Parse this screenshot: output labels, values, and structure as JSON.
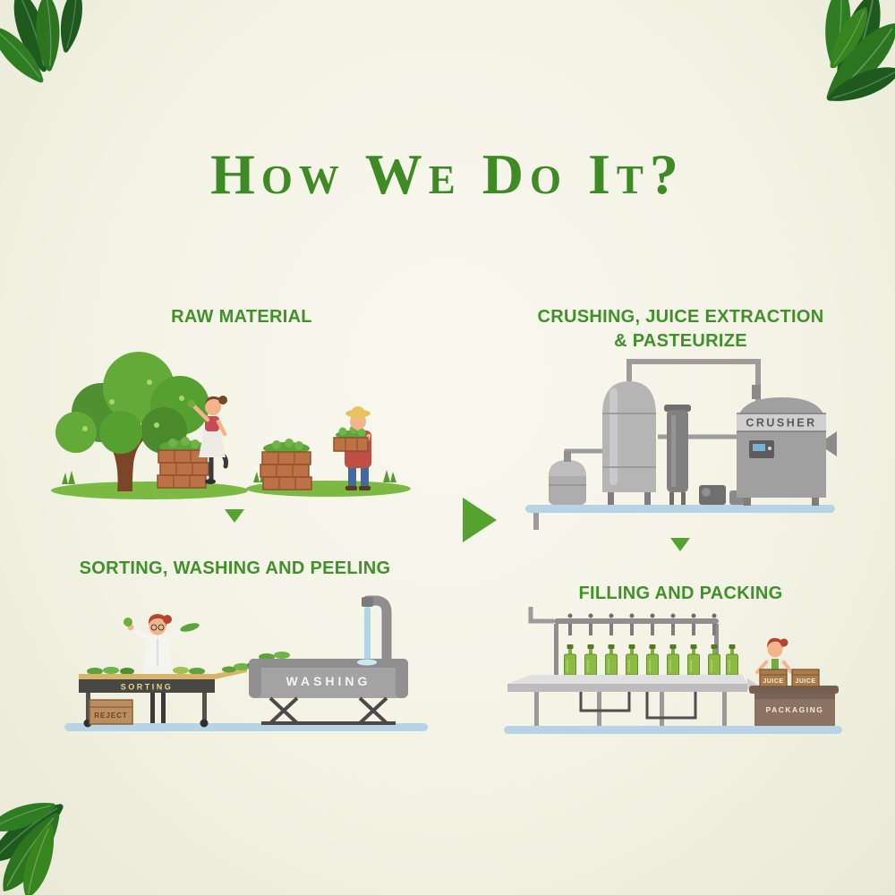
{
  "page": {
    "title": "How We Do It?",
    "background": "#f3f3e6",
    "title_color": "#3e8b26",
    "label_color": "#41902a",
    "arrow_color": "#55a22e"
  },
  "sections": {
    "raw_material": {
      "label": "RAW MATERIAL"
    },
    "sorting": {
      "label": "SORTING, WASHING AND PEELING",
      "sorting_sign": "SORTING",
      "washing_sign": "WASHING",
      "reject_sign": "REJECT"
    },
    "crushing": {
      "label_line1": "CRUSHING, JUICE EXTRACTION",
      "label_line2": "& PASTEURIZE",
      "crusher_sign": "CRUSHER"
    },
    "filling": {
      "label": "FILLING AND PACKING",
      "packaging_sign": "PACKAGING",
      "juice_box_1": "JUICE",
      "juice_box_2": "JUICE"
    }
  }
}
